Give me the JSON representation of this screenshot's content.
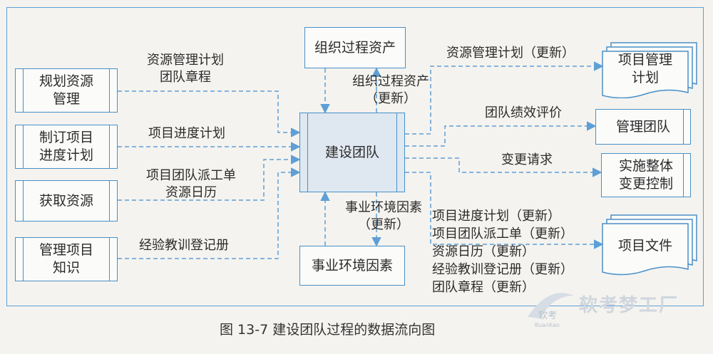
{
  "inputs": [
    {
      "id": "plan",
      "lines": [
        "规划资源",
        "管理"
      ]
    },
    {
      "id": "schedule",
      "lines": [
        "制订项目",
        "进度计划"
      ]
    },
    {
      "id": "acquire",
      "lines": [
        "获取资源"
      ]
    },
    {
      "id": "knowledge",
      "lines": [
        "管理项目",
        "知识"
      ]
    }
  ],
  "center": {
    "label": "建设团队"
  },
  "top_box": {
    "label": "组织过程资产"
  },
  "bottom_box": {
    "label": "事业环境因素"
  },
  "outputs": [
    {
      "id": "pm_plan",
      "lines": [
        "项目管理",
        "计划"
      ]
    },
    {
      "id": "manage_team",
      "lines": [
        "管理团队"
      ]
    },
    {
      "id": "change_control",
      "lines": [
        "实施整体",
        "变更控制"
      ]
    },
    {
      "id": "project_docs",
      "lines": [
        "项目文件"
      ]
    }
  ],
  "flow_labels": {
    "in1": [
      "资源管理计划",
      "团队章程"
    ],
    "in2": [
      "项目进度计划"
    ],
    "in3": [
      "项目团队派工单",
      "资源日历"
    ],
    "in4": [
      "经验教训登记册"
    ],
    "top_update": [
      "组织过程资产",
      "（更新）"
    ],
    "bottom_update": [
      "事业环境因素",
      "（更新）"
    ],
    "out1": [
      "资源管理计划（更新）"
    ],
    "out2": [
      "团队绩效评价"
    ],
    "out3": [
      "变更请求"
    ],
    "out4": [
      "项目进度计划（更新）",
      "项目团队派工单（更新）",
      "资源日历（更新）",
      "经验教训登记册（更新）",
      "团队章程（更新）"
    ]
  },
  "caption": "图 13-7    建设团队过程的数据流向图",
  "watermark": {
    "brand": "软考梦工厂",
    "logo_text": "软考",
    "logo_sub": "KuanKao"
  },
  "colors": {
    "line": "#5ea0d6",
    "border": "#4a90c8",
    "center_fill": "#dfe7f1"
  }
}
